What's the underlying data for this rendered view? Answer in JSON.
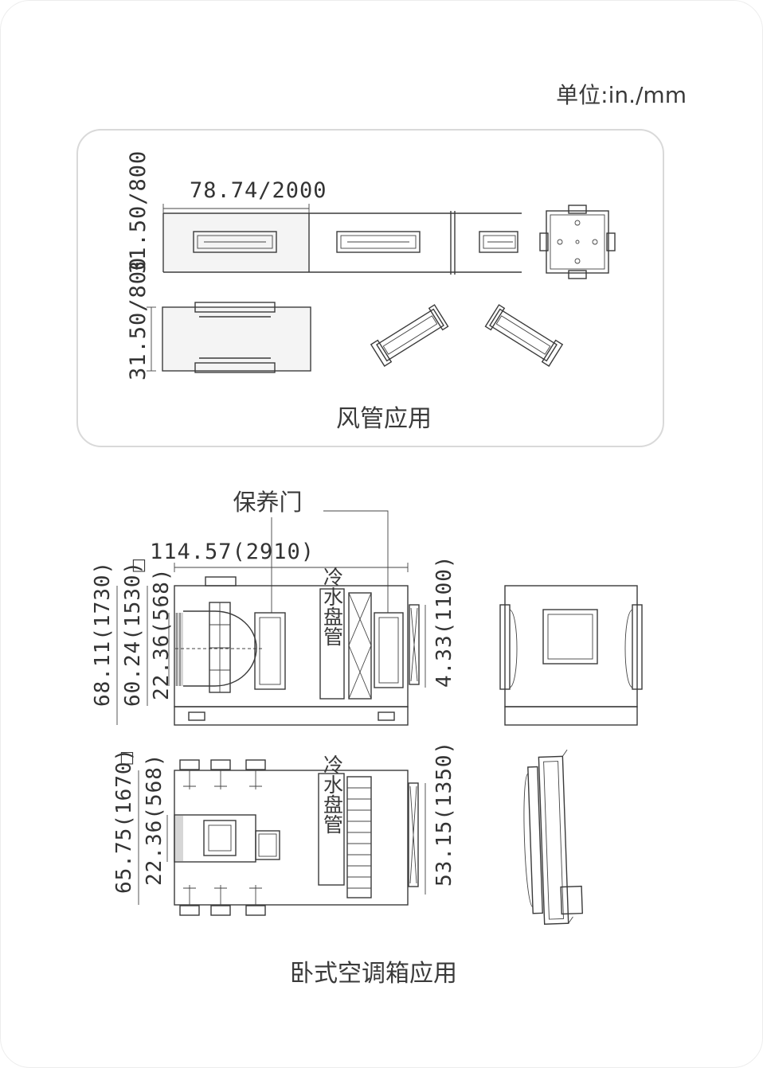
{
  "unit_label": "单位:in./mm",
  "duct_section": {
    "caption": "风管应用",
    "dim_length": "78.74/2000",
    "dim_height_top": "31.50/800",
    "dim_height_bottom": "31.50/800"
  },
  "ahu_section": {
    "caption": "卧式空调箱应用",
    "callout_label": "保养门",
    "coil_label": "冷水盘管",
    "dim_length": "114.57(2910)",
    "dims_top_view": [
      "68.11(1730)",
      "60.24(1530)",
      "22.36(568)",
      "4.33(1100)"
    ],
    "dims_bottom_view": [
      "65.75(1670)",
      "22.36(568)",
      "53.15(1350)"
    ],
    "dim_mark": "□"
  }
}
